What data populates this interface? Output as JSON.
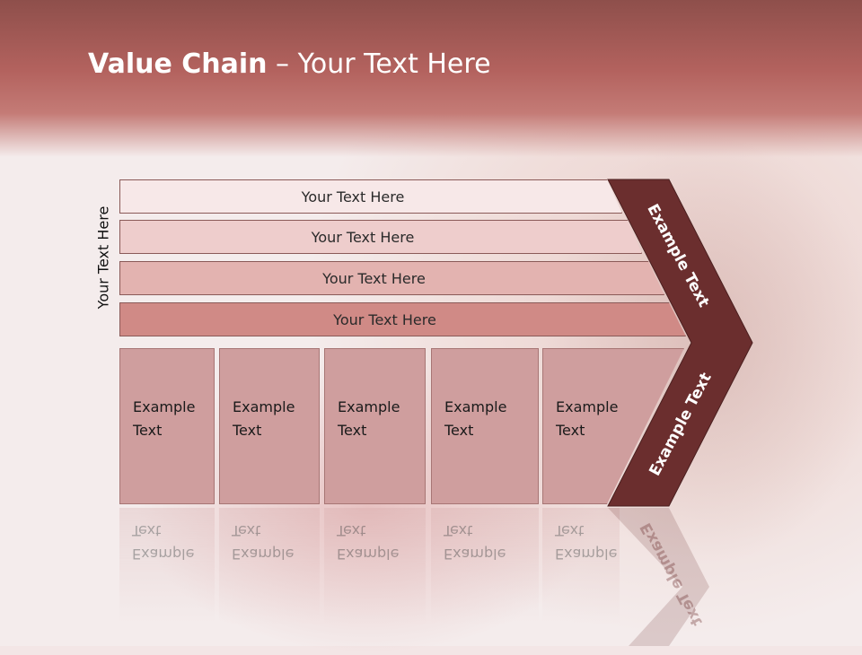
{
  "title": {
    "bold": "Value Chain",
    "rest": " – Your Text Here"
  },
  "side_label": "Your Text Here",
  "bands": [
    {
      "label": "Your Text Here",
      "color": "#f7e8e8"
    },
    {
      "label": "Your Text Here",
      "color": "#eecdcc"
    },
    {
      "label": "Your Text Here",
      "color": "#e3b3b0"
    },
    {
      "label": "Your Text Here",
      "color": "#d08a86"
    }
  ],
  "boxes": [
    {
      "line1": "Example",
      "line2": "Text"
    },
    {
      "line1": "Example",
      "line2": "Text"
    },
    {
      "line1": "Example",
      "line2": "Text"
    },
    {
      "line1": "Example",
      "line2": "Text"
    },
    {
      "line1": "Example",
      "line2": "Text"
    }
  ],
  "chevron_top_text": "Example Text",
  "chevron_bottom_text": "Example Text",
  "chevron_color": "#6b2e2e"
}
